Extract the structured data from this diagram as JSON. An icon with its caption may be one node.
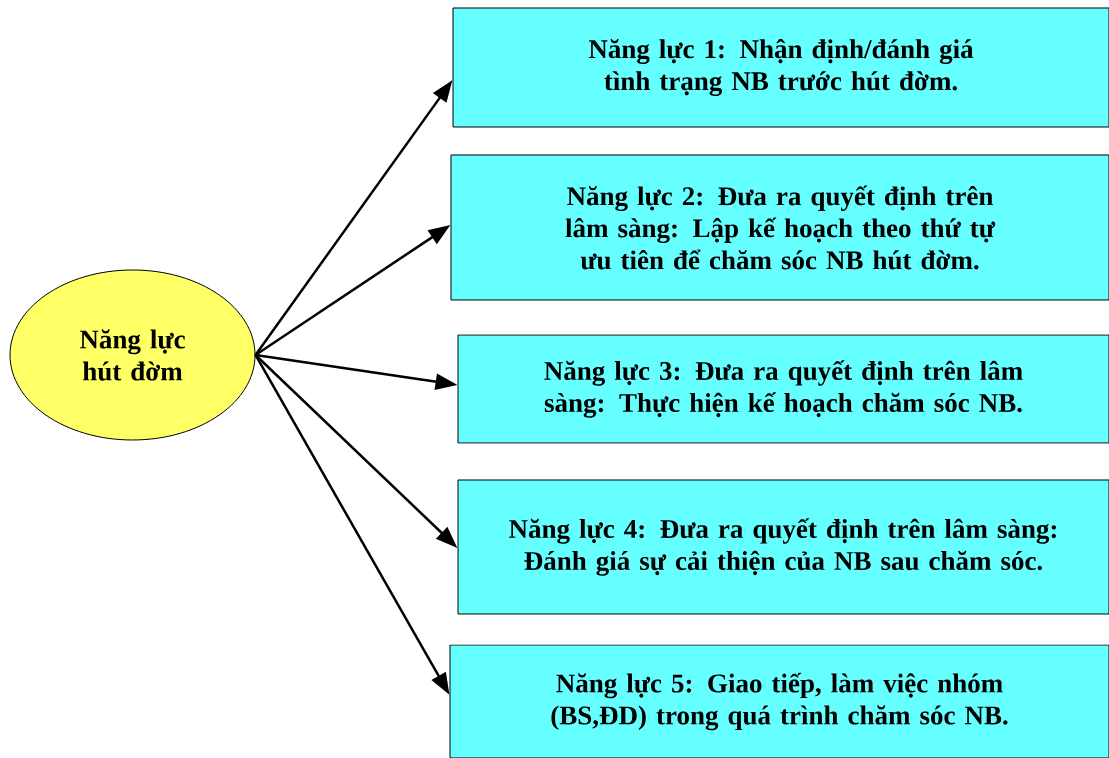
{
  "diagram": {
    "nodes": [
      {
        "text": [
          "Năng lực hút đờm"
        ]
      },
      {
        "text": [
          "Năng lực 1: Nhận định/đánh giá tình trạng NB trước hút đờm."
        ]
      },
      {
        "text": [
          "Năng lực 2: Đưa ra quyết định trên lâm sàng: Lập kế hoạch theo thứ tự ưu tiên để chăm sóc NB hút đờm."
        ]
      },
      {
        "text": [
          "Năng lực 3: Đưa ra quyết định trên lâm sàng: Thực hiện kế hoạch chăm sóc NB."
        ]
      },
      {
        "text": [
          "Năng lực 4: Đưa ra quyết định trên lâm sàng: Đánh giá sự cải thiện của NB sau chăm sóc."
        ]
      },
      {
        "text": [
          "Năng lực 5: Giao tiếp, làm việc nhóm (BS,ĐD) trong quá trình chăm sóc NB."
        ]
      }
    ],
    "edges": [
      {
        "from": 0,
        "to": 1,
        "arrow": "to"
      },
      {
        "from": 0,
        "to": 2,
        "arrow": "to"
      },
      {
        "from": 0,
        "to": 3,
        "arrow": "to"
      },
      {
        "from": 0,
        "to": 4,
        "arrow": "to"
      },
      {
        "from": 0,
        "to": 5,
        "arrow": "to"
      }
    ]
  }
}
